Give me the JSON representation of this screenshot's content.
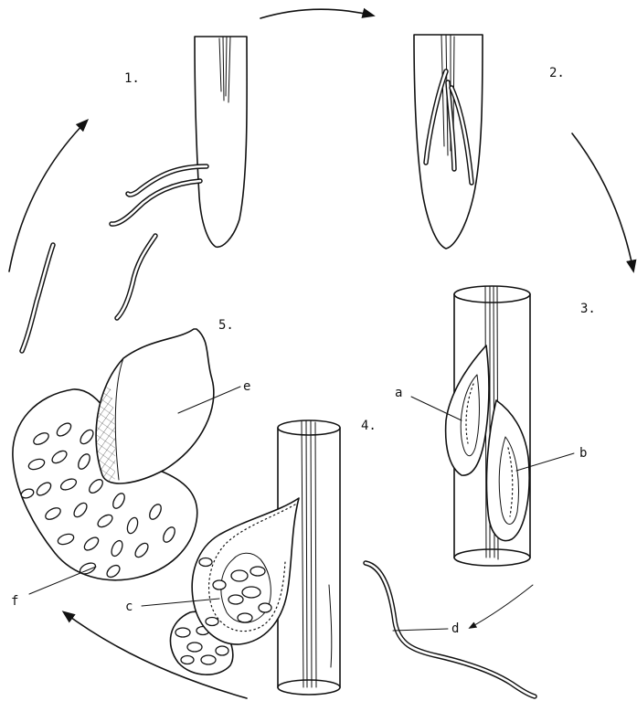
{
  "diagram": {
    "stage_labels": [
      "1.",
      "2.",
      "3.",
      "4.",
      "5."
    ],
    "part_labels": [
      "a",
      "b",
      "c",
      "d",
      "e",
      "f"
    ]
  }
}
